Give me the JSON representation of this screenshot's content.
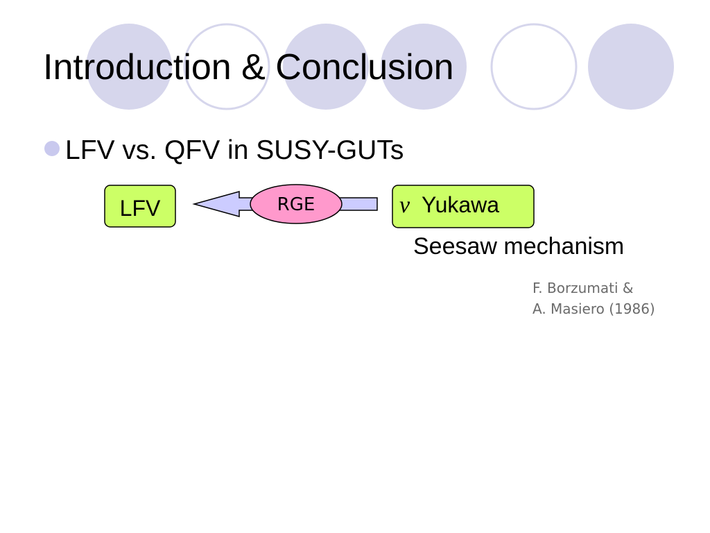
{
  "slide": {
    "title": "Introduction & Conclusion",
    "bullets": [
      {
        "text": "LFV vs. QFV in SUSY-GUTs"
      }
    ]
  },
  "diagram": {
    "nodes": {
      "lfv": {
        "label": "LFV"
      },
      "yukawa": {
        "nu_symbol": "ν",
        "label": "Yukawa"
      },
      "rge": {
        "label": "RGE"
      }
    },
    "caption": "Seesaw mechanism",
    "reference": {
      "line1": "F. Borzumati &",
      "line2": "A. Masiero (1986)"
    }
  },
  "colors": {
    "decor_fill": "#d6d6ec",
    "decor_stroke": "#d6d6ec",
    "bullet": "#c9c9ee",
    "node_fill": "#ccff66",
    "node_stroke": "#000000",
    "arrow_fill": "#ccccff",
    "arrow_stroke": "#000000",
    "rge_fill": "#ff99cc",
    "reference_text": "#6b6b6b"
  },
  "icons": {
    "decoration": "circle-row",
    "bullet": "filled-circle-bullet",
    "arrow": "left-pointing-block-arrow"
  }
}
